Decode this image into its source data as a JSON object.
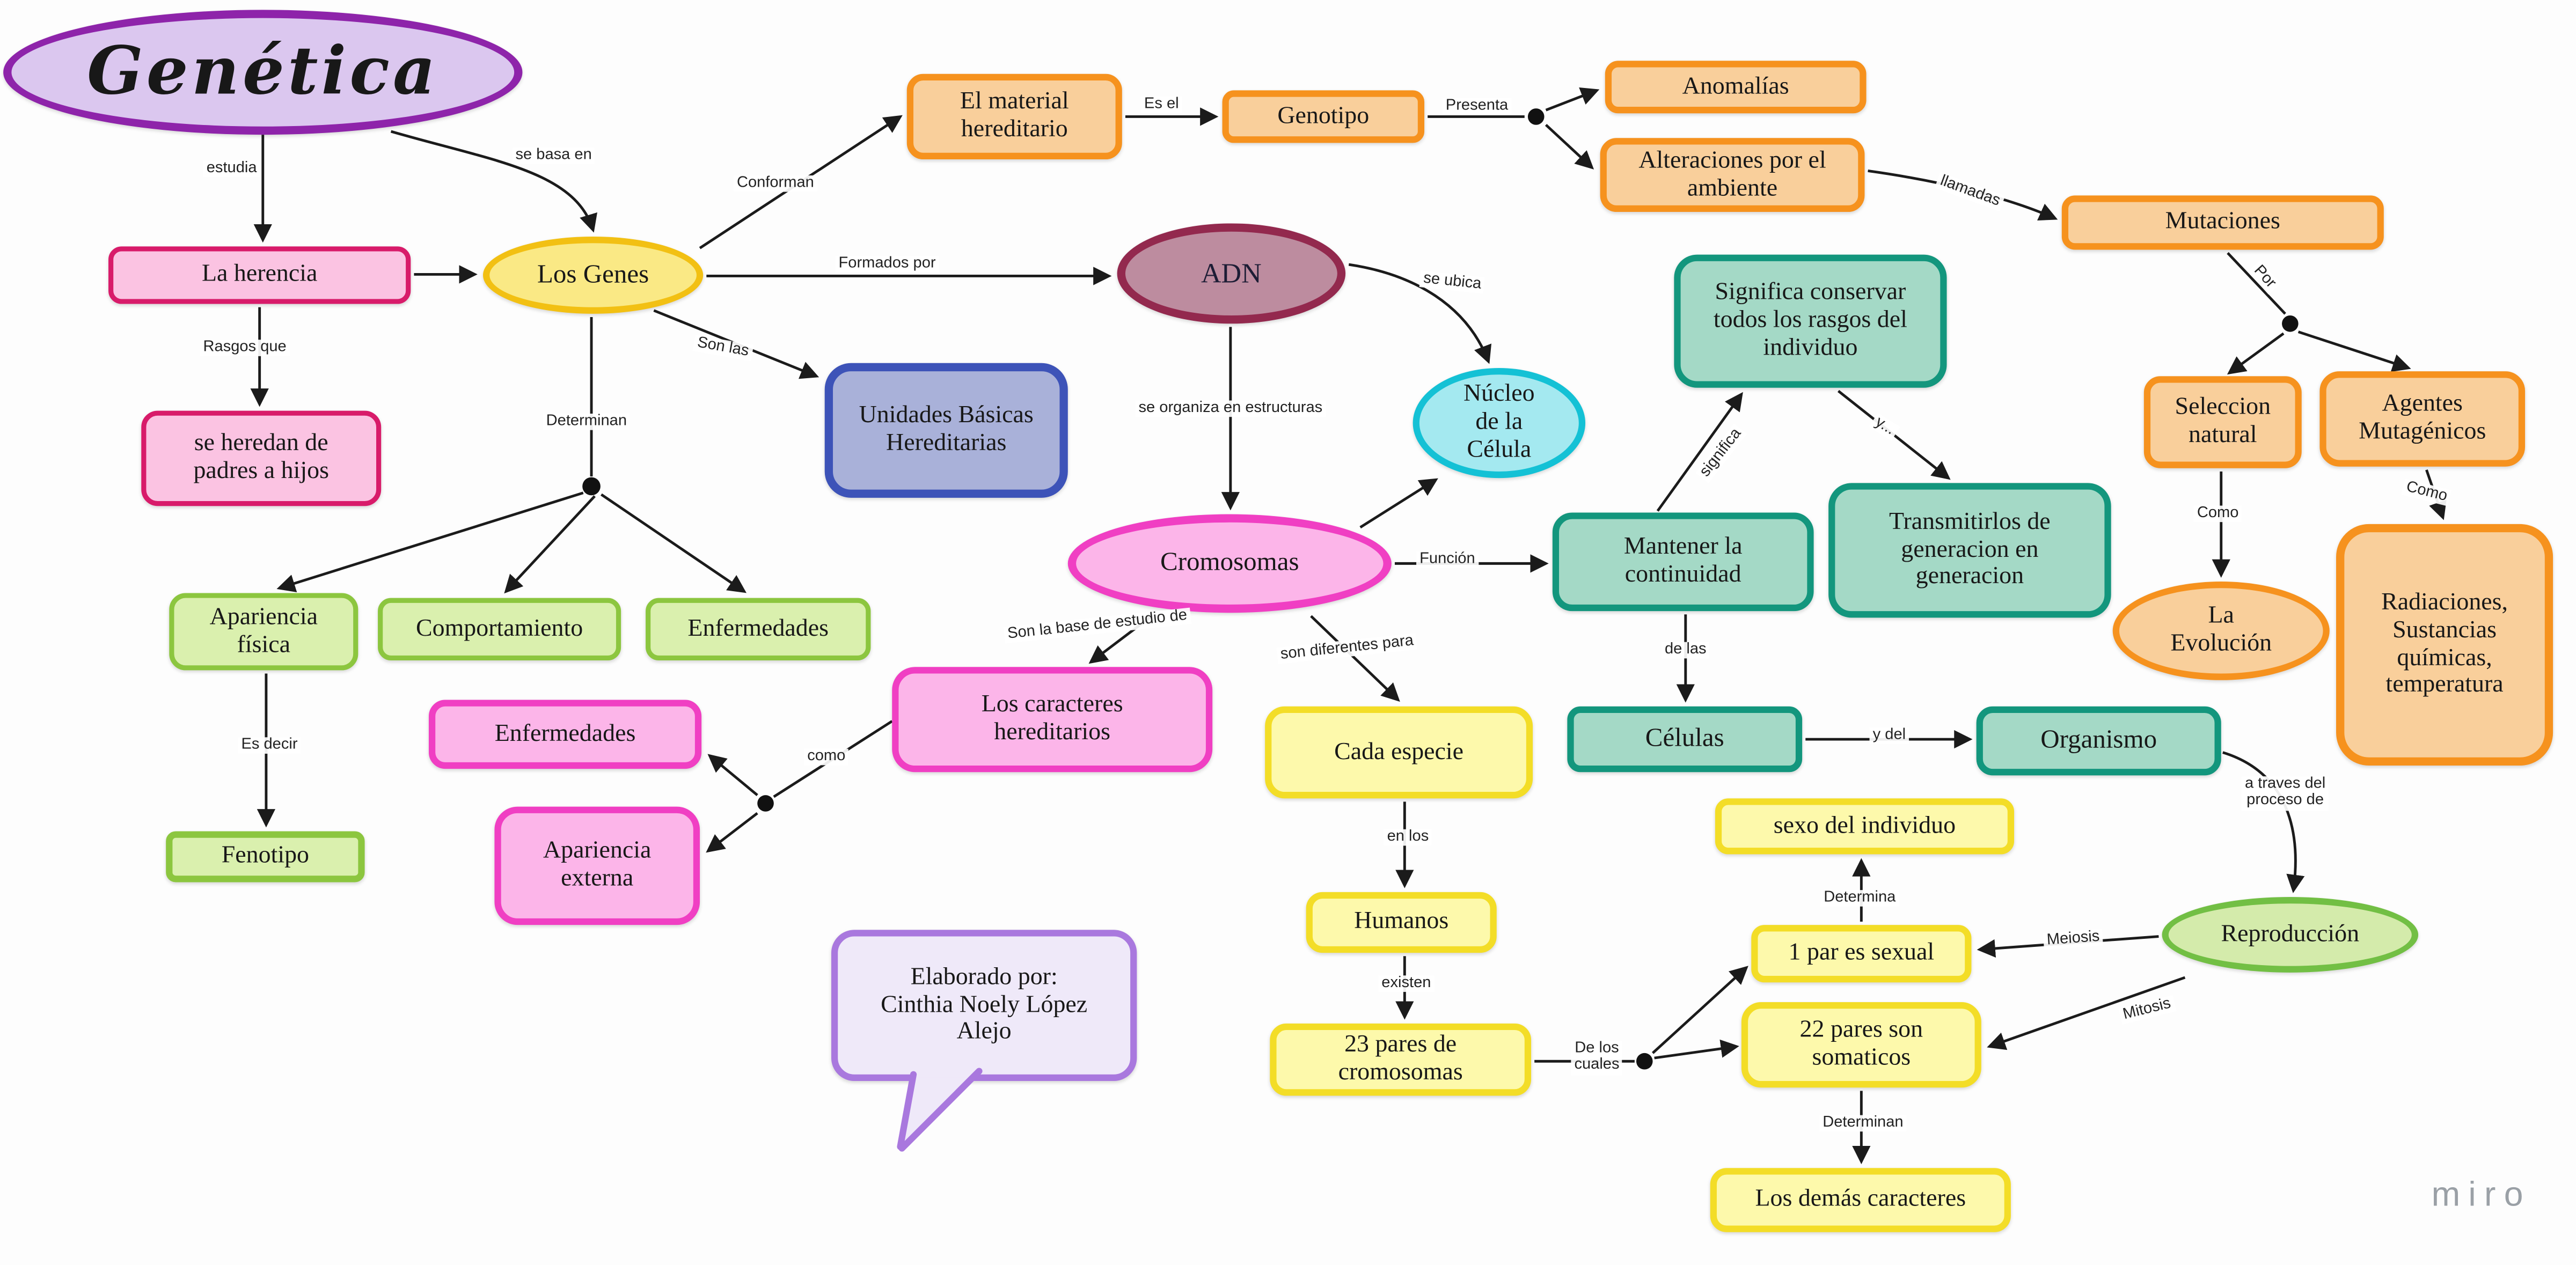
{
  "app": {
    "watermark": "miro"
  },
  "colors": {
    "purple_border": "#8e24aa",
    "pink_border": "#d81b6a",
    "magenta_border": "#f03fc3",
    "yellow_ellipse_border": "#f2c013",
    "orange_border": "#f6921e",
    "maroon_border": "#93294e",
    "blue_border": "#3d53b8",
    "cyan_border": "#14c1d5",
    "teal_border": "#13967d",
    "green_border": "#8cc63f",
    "yellow_box_border": "#f3dd27",
    "green_ellipse_border": "#72bf44",
    "lavender_border": "#a978de",
    "line_color": "#1b1b1b"
  },
  "nodes": {
    "genetica": {
      "label": "Genética"
    },
    "la_herencia": {
      "label": "La herencia"
    },
    "se_heredan": {
      "label": "se heredan de\npadres a hijos"
    },
    "los_genes": {
      "label": "Los Genes"
    },
    "material_hereditario": {
      "label": "El material\nhereditario"
    },
    "genotipo": {
      "label": "Genotipo"
    },
    "anomalias": {
      "label": "Anomalías"
    },
    "alteraciones": {
      "label": "Alteraciones por el\nambiente"
    },
    "mutaciones": {
      "label": "Mutaciones"
    },
    "seleccion_natural": {
      "label": "Seleccion\nnatural"
    },
    "agentes_mutagenicos": {
      "label": "Agentes\nMutagénicos"
    },
    "la_evolucion": {
      "label": "La\nEvolución"
    },
    "radiaciones": {
      "label": "Radiaciones,\nSustancias\nquímicas,\ntemperatura"
    },
    "adn": {
      "label": "ADN"
    },
    "unidades_basicas": {
      "label": "Unidades Básicas\nHereditarias"
    },
    "nucleo_celula": {
      "label": "Núcleo\nde la\nCélula"
    },
    "significa_conservar": {
      "label": "Significa conservar\ntodos los rasgos del\nindividuo"
    },
    "mantener_continuidad": {
      "label": "Mantener la\ncontinuidad"
    },
    "transmitirlos": {
      "label": "Transmitirlos de\ngeneracion en\ngeneracion"
    },
    "celulas": {
      "label": "Células"
    },
    "organismo": {
      "label": "Organismo"
    },
    "cromosomas": {
      "label": "Cromosomas"
    },
    "caracteres_hereditarios": {
      "label": "Los caracteres\nhereditarios"
    },
    "enfermedades_pink": {
      "label": "Enfermedades"
    },
    "apariencia_externa": {
      "label": "Apariencia\nexterna"
    },
    "apariencia_fisica": {
      "label": "Apariencia\nfísica"
    },
    "comportamiento": {
      "label": "Comportamiento"
    },
    "enfermedades_green": {
      "label": "Enfermedades"
    },
    "fenotipo": {
      "label": "Fenotipo"
    },
    "cada_especie": {
      "label": "Cada especie"
    },
    "humanos": {
      "label": "Humanos"
    },
    "pares_23": {
      "label": "23 pares de\ncromosomas"
    },
    "sexo_individuo": {
      "label": "sexo del individuo"
    },
    "par_sexual": {
      "label": "1 par es sexual"
    },
    "pares_somaticos": {
      "label": "22 pares son\nsomaticos"
    },
    "demas_caracteres": {
      "label": "Los demás caracteres"
    },
    "reproduccion": {
      "label": "Reproducción"
    },
    "autor": {
      "label": "Elaborado por:\nCinthia Noely López\nAlejo"
    }
  },
  "edges": {
    "estudia": "estudia",
    "se_basa_en": "se basa en",
    "rasgos_que": "Rasgos que",
    "conforman": "Conforman",
    "es_el": "Es el",
    "presenta": "Presenta",
    "llamadas": "llamadas",
    "por": "Por",
    "como_seleccion": "Como",
    "como_agentes": "Como",
    "formados_por": "Formados por",
    "son_las": "Son las",
    "determinan_genes": "Determinan",
    "se_organiza": "se organiza en estructuras",
    "se_ubica": "se ubica",
    "funcion": "Función",
    "significa": "significa",
    "y_transmitirlos": "y...",
    "de_las": "de las",
    "y_del": "y del",
    "son_base_estudio": "Son la base de estudio de",
    "son_diferentes": "son diferentes para",
    "como_caracteres": "como",
    "es_decir": "Es decir",
    "en_los": "en los",
    "existen": "existen",
    "de_los_cuales": "De los\ncuales",
    "determina": "Determina",
    "determinan_somaticos": "Determinan",
    "a_traves": "a traves del\nproceso de",
    "meiosis": "Meiosis",
    "mitosis": "Mitosis"
  }
}
